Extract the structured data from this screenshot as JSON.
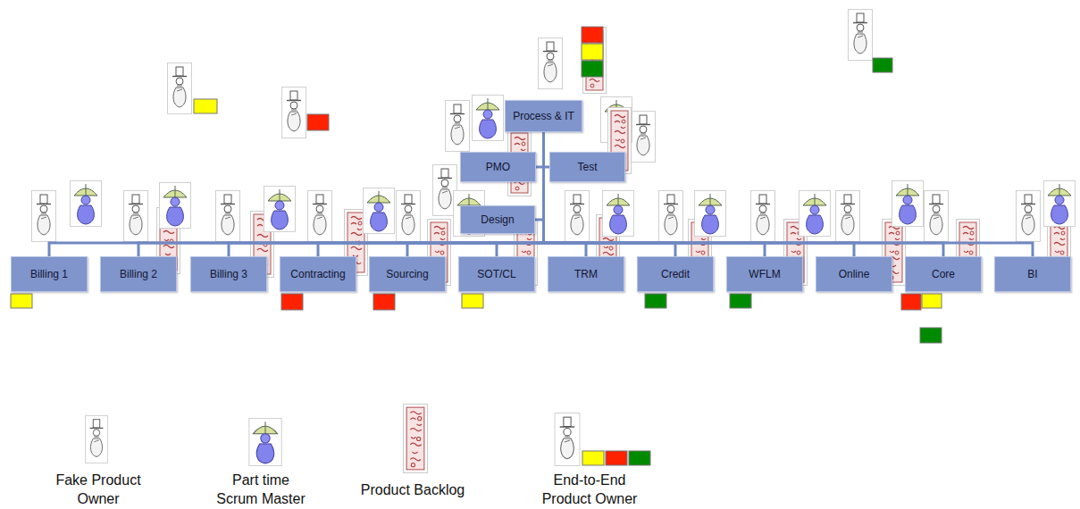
{
  "diagram": {
    "nodes": [
      {
        "text": [
          "Process & IT"
        ]
      },
      {
        "text": [
          "PMO"
        ]
      },
      {
        "text": [
          "Test"
        ]
      },
      {
        "text": [
          "Design"
        ]
      },
      {
        "text": [
          "Billing 1"
        ]
      },
      {
        "text": [
          "Billing 2"
        ]
      },
      {
        "text": [
          "Billing 3"
        ]
      },
      {
        "text": [
          "Contracting"
        ]
      },
      {
        "text": [
          "Sourcing"
        ]
      },
      {
        "text": [
          "SOT/CL"
        ]
      },
      {
        "text": [
          "TRM"
        ]
      },
      {
        "text": [
          "Credit"
        ]
      },
      {
        "text": [
          "WFLM"
        ]
      },
      {
        "text": [
          "Online"
        ]
      },
      {
        "text": [
          "Core"
        ]
      },
      {
        "text": [
          "BI"
        ]
      }
    ],
    "edges": [
      {
        "from": 0,
        "to": 1,
        "arrow": "none"
      },
      {
        "from": 0,
        "to": 2,
        "arrow": "none"
      },
      {
        "from": 0,
        "to": 3,
        "arrow": "none"
      },
      {
        "from": 0,
        "to": 4,
        "arrow": "none"
      },
      {
        "from": 0,
        "to": 5,
        "arrow": "none"
      },
      {
        "from": 0,
        "to": 6,
        "arrow": "none"
      },
      {
        "from": 0,
        "to": 7,
        "arrow": "none"
      },
      {
        "from": 0,
        "to": 8,
        "arrow": "none"
      },
      {
        "from": 0,
        "to": 9,
        "arrow": "none"
      },
      {
        "from": 0,
        "to": 10,
        "arrow": "none"
      },
      {
        "from": 0,
        "to": 11,
        "arrow": "none"
      },
      {
        "from": 0,
        "to": 12,
        "arrow": "none"
      },
      {
        "from": 0,
        "to": 13,
        "arrow": "none"
      },
      {
        "from": 0,
        "to": 14,
        "arrow": "none"
      },
      {
        "from": 0,
        "to": 15,
        "arrow": "none"
      }
    ],
    "legend": [
      {
        "text": "Fake Product Owner"
      },
      {
        "text": "Part time Scrum Master"
      },
      {
        "text": "Product Backlog"
      },
      {
        "text": "End-to-End Product Owner"
      }
    ]
  }
}
